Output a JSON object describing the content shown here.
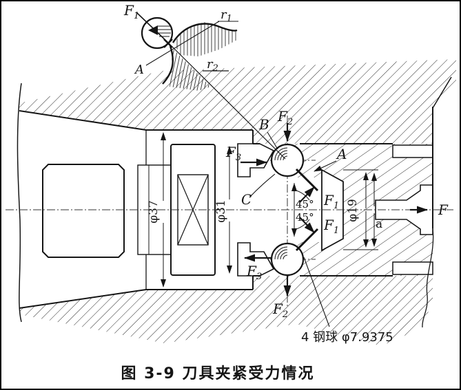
{
  "colors": {
    "ink": "#151515",
    "bg": "#ffffff"
  },
  "detail_view": {
    "f_label": "F",
    "f_sub": "1",
    "r1_label": "r",
    "r1_sub": "1",
    "r2_label": "r",
    "r2_sub": "2",
    "point_a": "A"
  },
  "main_view": {
    "point_b": "B",
    "point_a": "A",
    "point_c": "C",
    "f_label": "F",
    "sub_1": "1",
    "sub_2": "2",
    "sub_3": "3",
    "angle_upper": "45°",
    "angle_lower": "45°",
    "axial_force": "F",
    "gap_a": "a",
    "dim_phi37": "φ37",
    "dim_phi31": "φ31",
    "dim_phi19": "φ19",
    "ball_note": "4 钢球 φ7.9375"
  },
  "caption": "图 3-9  刀具夹紧受力情况"
}
